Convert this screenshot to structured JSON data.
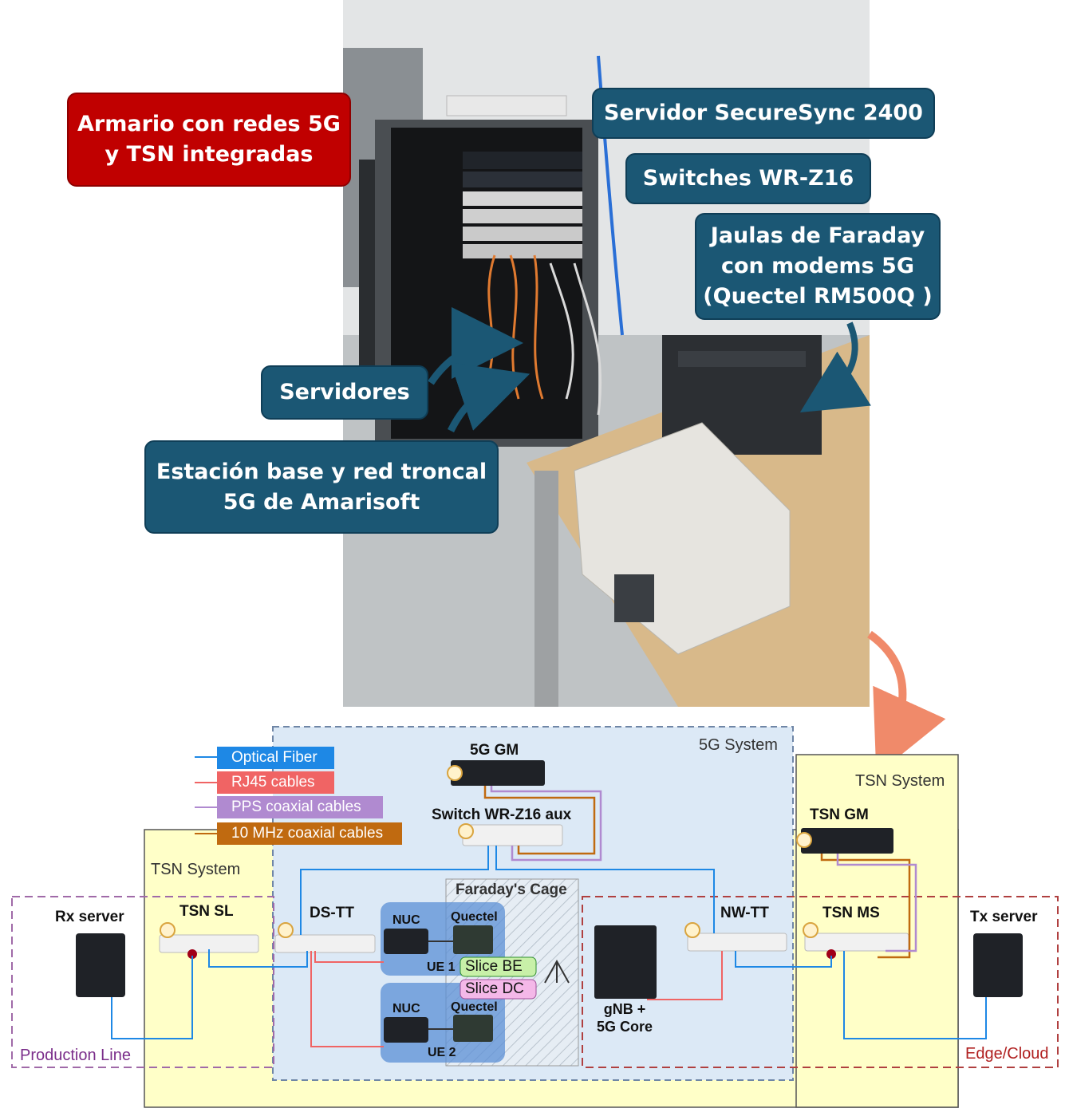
{
  "callouts": {
    "armario": "Armario con redes 5G\ny TSN integradas",
    "securesync": "Servidor SecureSync 2400",
    "switches": "Switches WR-Z16",
    "jaulas": "Jaulas de Faraday\ncon modems 5G\n(Quectel RM500Q )",
    "servidores": "Servidores",
    "estacion": "Estación base y red troncal\n5G de Amarisoft"
  },
  "legend": {
    "optical": "Optical Fiber",
    "rj45": "RJ45 cables",
    "pps": "PPS coaxial cables",
    "mhz": "10 MHz coaxial cables"
  },
  "diagram": {
    "system_5g": "5G System",
    "tsn_system_right": "TSN System",
    "tsn_system_left": "TSN System",
    "gm_5g": "5G GM",
    "switch_aux": "Switch WR-Z16 aux",
    "tsn_gm": "TSN GM",
    "faraday": "Faraday's Cage",
    "rx_server": "Rx server",
    "tsn_sl": "TSN SL",
    "ds_tt": "DS-TT",
    "nuc1": "NUC",
    "quectel1": "Quectel",
    "ue1": "UE 1",
    "slice_be": "Slice BE",
    "slice_dc": "Slice DC",
    "nuc2": "NUC",
    "quectel2": "Quectel",
    "ue2": "UE 2",
    "gnb": "gNB +\n5G Core",
    "nw_tt": "NW-TT",
    "tsn_ms": "TSN MS",
    "tx_server": "Tx server",
    "production_line": "Production Line",
    "edge_cloud": "Edge/Cloud"
  },
  "colors": {
    "callout_blue": "#1b5774",
    "callout_red": "#c00000",
    "optical": "#1e88e5",
    "rj45": "#f06464",
    "pps": "#b08ad0",
    "mhz": "#c06a10",
    "tsn_fill": "#ffffc8",
    "g5_fill": "#dce9f6"
  }
}
